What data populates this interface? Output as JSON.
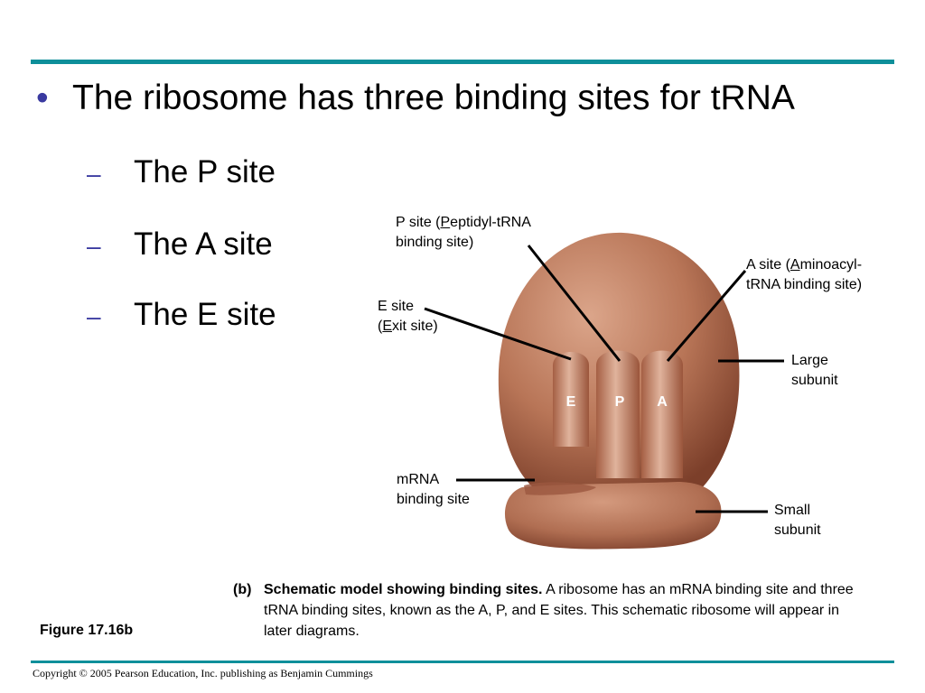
{
  "slide": {
    "main_bullet": "The ribosome has three binding sites for tRNA",
    "bullet_glyph": "•",
    "dash_glyph": "–",
    "sub_bullets": [
      "The P site",
      "The A site",
      "The E site"
    ]
  },
  "diagram": {
    "p_label_prefix": "P site (",
    "p_label_key": "P",
    "p_label_rest": "eptidyl-tRNA",
    "p_label_line2": "binding site)",
    "a_label_prefix": "A site (",
    "a_label_key": "A",
    "a_label_rest": "minoacyl-",
    "a_label_line2": "tRNA binding site)",
    "e_label_line1": "E site",
    "e_label_open": "(",
    "e_label_key": "E",
    "e_label_rest": "xit site)",
    "large_line1": "Large",
    "large_line2": "subunit",
    "small_line1": "Small",
    "small_line2": "subunit",
    "mrna_line1": "mRNA",
    "mrna_line2": "binding site",
    "site_e": "E",
    "site_p": "P",
    "site_a": "A",
    "colors": {
      "ribosome_light": "#c98a6c",
      "ribosome_dark": "#8a4a33",
      "accent_rule": "#0e8f9a",
      "bullet": "#3a3aa0"
    }
  },
  "figure": {
    "number": "Figure 17.16b",
    "caption_letter": "(b)",
    "caption_bold": "Schematic model showing binding sites.",
    "caption_text": " A ribosome has an mRNA binding site and three tRNA binding sites, known as the A, P, and E sites. This schematic ribosome will appear in later diagrams."
  },
  "footer": {
    "copyright": "Copyright © 2005 Pearson Education, Inc. publishing as Benjamin Cummings"
  }
}
